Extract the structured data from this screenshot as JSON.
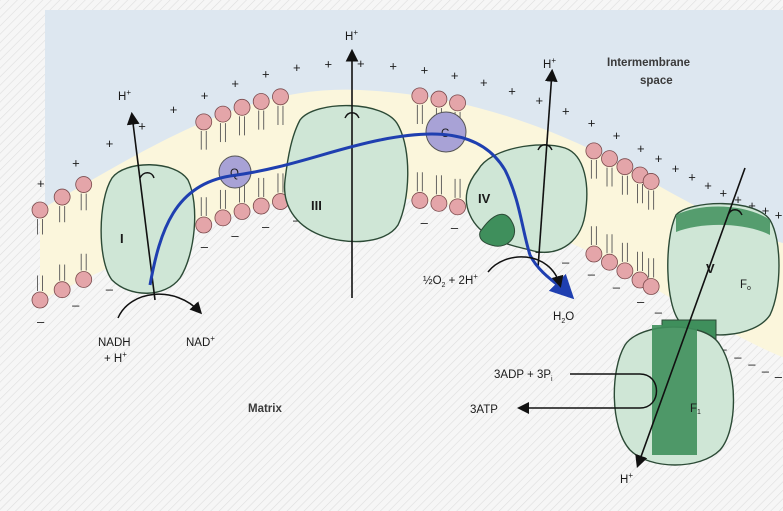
{
  "regions": {
    "intermembrane_line1": "Intermembrane",
    "intermembrane_line2": "space",
    "matrix": "Matrix"
  },
  "complexes": {
    "c1": "I",
    "q": "Q",
    "c3": "III",
    "c": "C",
    "c4": "IV",
    "c5": "V",
    "fo": "F",
    "fo_sub": "o",
    "f1": "F",
    "f1_sub": "1"
  },
  "protons": {
    "h1": "H",
    "h2": "H",
    "h3": "H",
    "h4": "H",
    "sup": "+"
  },
  "reactions": {
    "nadh_line1": "NADH",
    "nadh_line2": "+ H",
    "nad": "NAD",
    "o2_main": "½O",
    "o2_sub": "2",
    "o2_rest": " + 2H",
    "h2o_h": "H",
    "h2o_sub": "2",
    "h2o_o": "O",
    "adp": "3ADP + 3P",
    "adp_sub": "i",
    "atp": "3ATP"
  },
  "colors": {
    "intermembrane": "#dde7f0",
    "matrix": "#f6f6f6",
    "protein": "#cfe6d6",
    "protein_dark": "#3f8f5c",
    "headgroup": "#e4a5a9",
    "mobile_carrier": "#a8a2d6",
    "electron_path": "#1f3fb0"
  }
}
